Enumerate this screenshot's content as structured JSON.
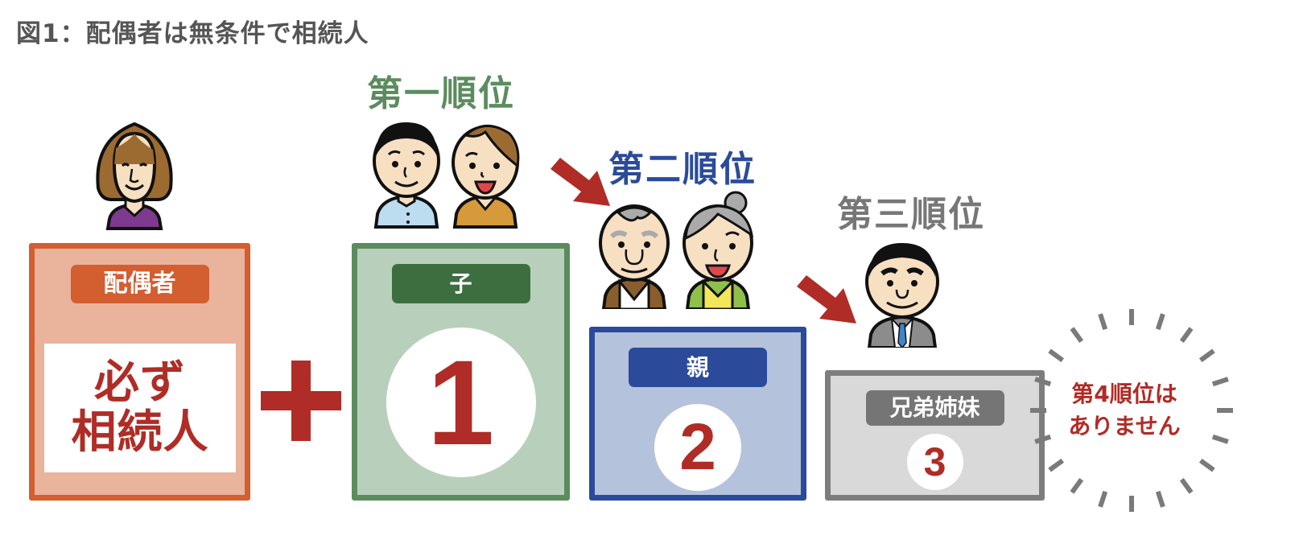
{
  "title": "図1：配偶者は無条件で相続人",
  "colors": {
    "spouse": "#d35e30",
    "rank1": "#5b8c5e",
    "rank2": "#2b4b9a",
    "rank3": "#7d7d7d",
    "accent_red": "#b02c26"
  },
  "spouse": {
    "label": "配偶者",
    "must_line1": "必ず",
    "must_line2": "相続人",
    "figure": "elderly-woman-icon"
  },
  "operator": "plus-icon",
  "ranks": [
    {
      "heading": "第一順位",
      "label": "子",
      "number": "1",
      "figures": [
        "young-man-icon",
        "young-woman-icon"
      ]
    },
    {
      "heading": "第二順位",
      "label": "親",
      "number": "2",
      "figures": [
        "elderly-man-icon",
        "elderly-woman-bun-icon"
      ]
    },
    {
      "heading": "第三順位",
      "label": "兄弟姉妹",
      "number": "3",
      "figures": [
        "businessman-icon"
      ]
    }
  ],
  "arrows": [
    "arrow-rank1-to-rank2",
    "arrow-rank2-to-rank3"
  ],
  "no_fourth": {
    "line1": "第4順位は",
    "line2": "ありません"
  }
}
